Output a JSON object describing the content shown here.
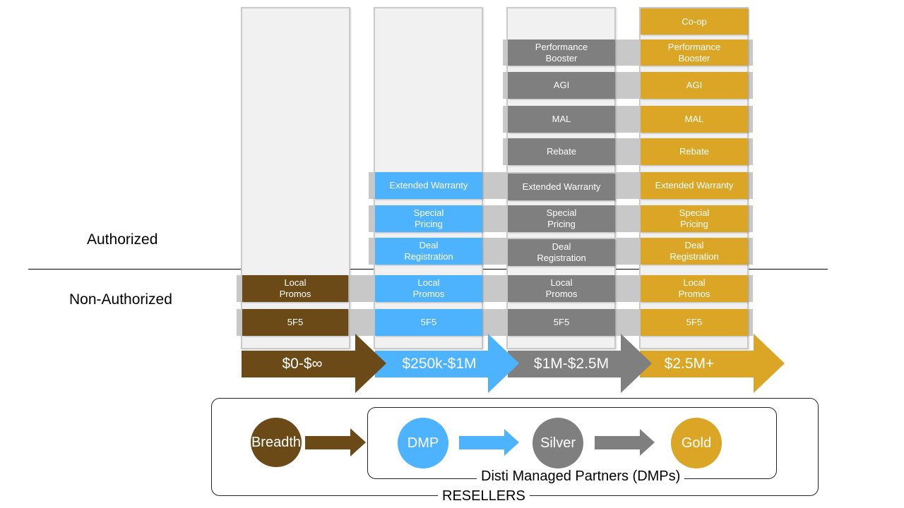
{
  "tiers": {
    "authorized": "Authorized",
    "non_authorized": "Non-Authorized"
  },
  "colors": {
    "breadth": "#6b4a17",
    "dmp": "#4db3ff",
    "silver": "#7f7f7f",
    "gold": "#dba626"
  },
  "columns": {
    "breadth": {
      "boxes": [
        "Local\nPromos",
        "5F5"
      ]
    },
    "dmp": {
      "boxes": [
        "Extended Warranty",
        "Special\nPricing",
        "Deal\nRegistration",
        "Local\nPromos",
        "5F5"
      ]
    },
    "silver": {
      "boxes": [
        "Performance\nBooster",
        "AGI",
        "MAL",
        "Rebate",
        "Extended Warranty",
        "Special\nPricing",
        "Deal\nRegistration",
        "Local\nPromos",
        "5F5"
      ]
    },
    "gold": {
      "boxes": [
        "Co-op",
        "Performance\nBooster",
        "AGI",
        "MAL",
        "Rebate",
        "Extended Warranty",
        "Special\nPricing",
        "Deal\nRegistration",
        "Local\nPromos",
        "5F5"
      ]
    }
  },
  "arrows": {
    "breadth": "$0-$∞",
    "dmp": "$250k-$1M",
    "silver": "$1M-$2.5M",
    "gold": "$2.5M+"
  },
  "progression": {
    "breadth": "Breadth",
    "dmp": "DMP",
    "silver": "Silver",
    "gold": "Gold",
    "dmps_caption": "Disti Managed Partners (DMPs)",
    "resellers_caption": "RESELLERS"
  }
}
